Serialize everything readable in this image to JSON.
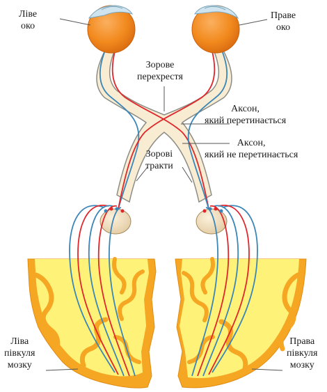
{
  "labels": {
    "left_eye": [
      "Ліве",
      "око"
    ],
    "right_eye": [
      "Праве",
      "око"
    ],
    "chiasm": [
      "Зорове",
      "перехрестя"
    ],
    "crossing_axon": [
      "Аксон,",
      "який перетинається"
    ],
    "noncrossing_axon": [
      "Аксон,",
      "який не перетинається"
    ],
    "optic_tracts": [
      "Зорові",
      "тракти"
    ],
    "left_hemisphere": [
      "Ліва",
      "півкуля",
      "мозку"
    ],
    "right_hemisphere": [
      "Права",
      "півкуля",
      "мозку"
    ]
  },
  "colors": {
    "eyeball": "#f28a1e",
    "eye_highlight": "#cfe4ee",
    "nerve_fill": "#f8ecd2",
    "nerve_outline": "#8c8c86",
    "crossing_axon": "#e0262b",
    "noncrossing_axon": "#3a86b8",
    "cortex_white": "#fff278",
    "cortex_gray": "#f5a623",
    "thalamus": "#f1dfc0",
    "leader_line": "#555555"
  }
}
